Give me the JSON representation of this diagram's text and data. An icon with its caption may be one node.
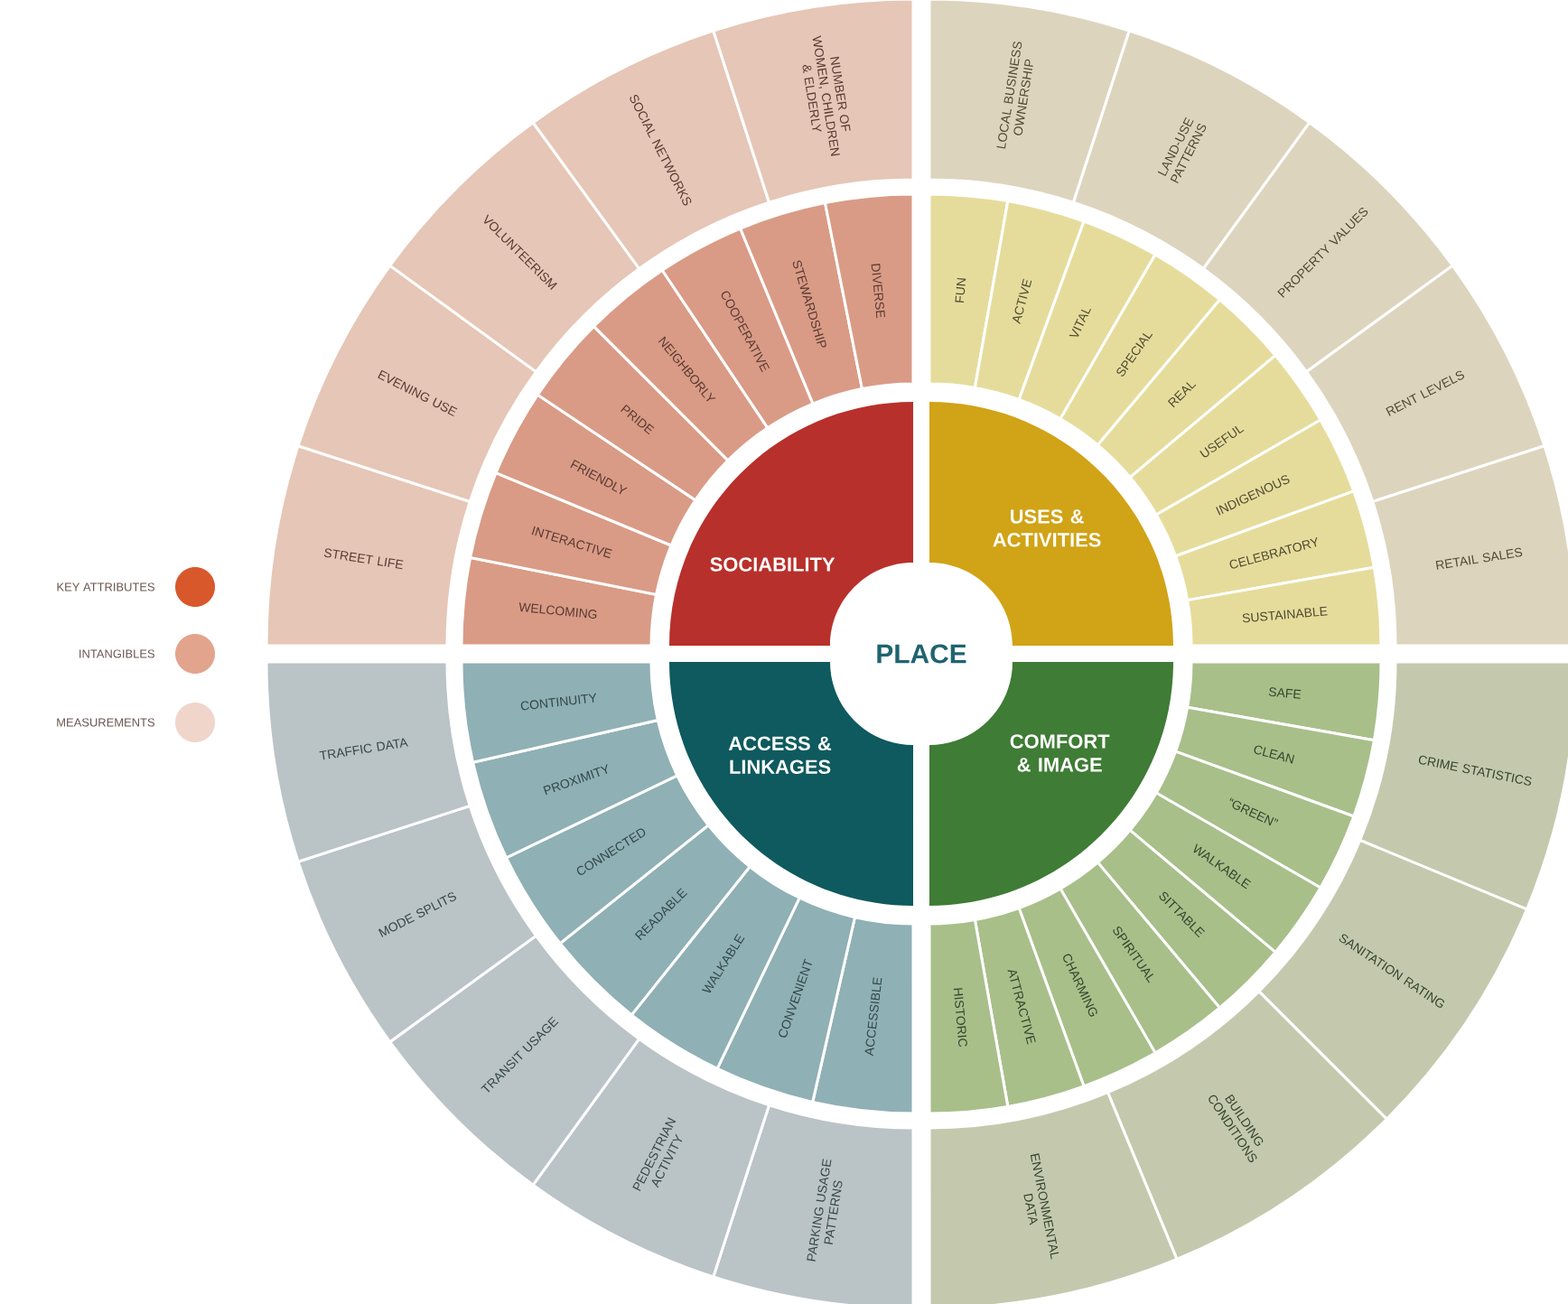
{
  "diagram": {
    "nodes": [
      {
        "text": [
          "PLACE"
        ]
      },
      {
        "text": [
          "SOCIABILITY"
        ]
      },
      {
        "text": [
          "WELCOMING"
        ]
      },
      {
        "text": [
          "INTERACTIVE"
        ]
      },
      {
        "text": [
          "FRIENDLY"
        ]
      },
      {
        "text": [
          "PRIDE"
        ]
      },
      {
        "text": [
          "NEIGHBORLY"
        ]
      },
      {
        "text": [
          "COOPERATIVE"
        ]
      },
      {
        "text": [
          "STEWARDSHIP"
        ]
      },
      {
        "text": [
          "DIVERSE"
        ]
      },
      {
        "text": [
          "STREET LIFE"
        ]
      },
      {
        "text": [
          "EVENING USE"
        ]
      },
      {
        "text": [
          "VOLUNTEERISM"
        ]
      },
      {
        "text": [
          "SOCIAL NETWORKS"
        ]
      },
      {
        "text": [
          "NUMBER OF WOMEN, CHILDREN & ELDERLY"
        ]
      },
      {
        "text": [
          "USES & ACTIVITIES"
        ]
      },
      {
        "text": [
          "FUN"
        ]
      },
      {
        "text": [
          "ACTIVE"
        ]
      },
      {
        "text": [
          "VITAL"
        ]
      },
      {
        "text": [
          "SPECIAL"
        ]
      },
      {
        "text": [
          "REAL"
        ]
      },
      {
        "text": [
          "USEFUL"
        ]
      },
      {
        "text": [
          "INDIGENOUS"
        ]
      },
      {
        "text": [
          "CELEBRATORY"
        ]
      },
      {
        "text": [
          "SUSTAINABLE"
        ]
      },
      {
        "text": [
          "LOCAL BUSINESS OWNERSHIP"
        ]
      },
      {
        "text": [
          "LAND-USE PATTERNS"
        ]
      },
      {
        "text": [
          "PROPERTY VALUES"
        ]
      },
      {
        "text": [
          "RENT LEVELS"
        ]
      },
      {
        "text": [
          "RETAIL SALES"
        ]
      },
      {
        "text": [
          "COMFORT & IMAGE"
        ]
      },
      {
        "text": [
          "SAFE"
        ]
      },
      {
        "text": [
          "CLEAN"
        ]
      },
      {
        "text": [
          "“GREEN”"
        ]
      },
      {
        "text": [
          "WALKABLE"
        ]
      },
      {
        "text": [
          "SITTABLE"
        ]
      },
      {
        "text": [
          "SPIRITUAL"
        ]
      },
      {
        "text": [
          "CHARMING"
        ]
      },
      {
        "text": [
          "ATTRACTIVE"
        ]
      },
      {
        "text": [
          "HISTORIC"
        ]
      },
      {
        "text": [
          "CRIME STATISTICS"
        ]
      },
      {
        "text": [
          "SANITATION RATING"
        ]
      },
      {
        "text": [
          "BUILDING CONDITIONS"
        ]
      },
      {
        "text": [
          "ENVIRONMENTAL DATA"
        ]
      },
      {
        "text": [
          "ACCESS & LINKAGES"
        ]
      },
      {
        "text": [
          "ACCESSIBLE"
        ]
      },
      {
        "text": [
          "CONVENIENT"
        ]
      },
      {
        "text": [
          "WALKABLE"
        ]
      },
      {
        "text": [
          "READABLE"
        ]
      },
      {
        "text": [
          "CONNECTED"
        ]
      },
      {
        "text": [
          "PROXIMITY"
        ]
      },
      {
        "text": [
          "CONTINUITY"
        ]
      },
      {
        "text": [
          "PARKING USAGE PATTERNS"
        ]
      },
      {
        "text": [
          "PEDESTRIAN ACTIVITY"
        ]
      },
      {
        "text": [
          "TRANSIT USAGE"
        ]
      },
      {
        "text": [
          "MODE SPLITS"
        ]
      },
      {
        "text": [
          "TRAFFIC DATA"
        ]
      }
    ],
    "legend": [
      {
        "text": "KEY ATTRIBUTES",
        "color": "#d9582b"
      },
      {
        "text": "INTANGIBLES",
        "color": "#e3a48d"
      },
      {
        "text": "MEASUREMENTS",
        "color": "#f0d5cb"
      }
    ]
  }
}
